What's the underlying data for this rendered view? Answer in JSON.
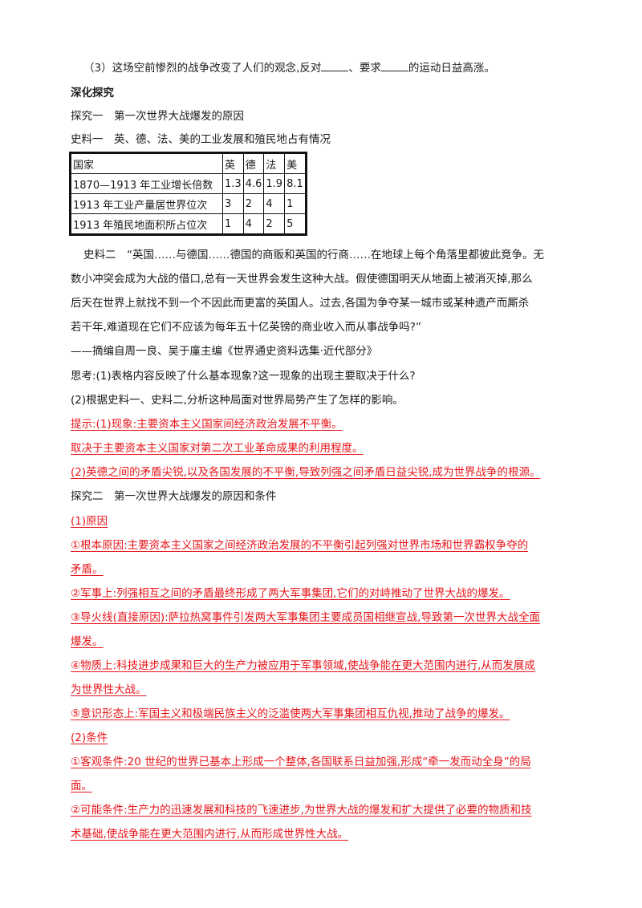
{
  "q3": {
    "a": "（3）这场空前惨烈的战争改变了人们的观念,反对",
    "b": "、要求",
    "c": "的运动日益高涨。"
  },
  "section_title": "深化探究",
  "inquiry1": {
    "title": "探究一　第一次世界大战爆发的原因",
    "material1_title": "史料一　英、德、法、美的工业发展和殖民地占有情况",
    "table": {
      "headers": [
        "国家",
        "英",
        "德",
        "法",
        "美"
      ],
      "rows": [
        [
          "1870—1913 年工业增长倍数",
          "1.3",
          "4.6",
          "1.9",
          "8.1"
        ],
        [
          "1913 年工业产量居世界位次",
          "3",
          "2",
          "4",
          "1"
        ],
        [
          "1913 年殖民地面积所占位次",
          "1",
          "4",
          "2",
          "5"
        ]
      ]
    },
    "material2_lines": [
      "史料二　“英国……与德国……德国的商贩和英国的行商……在地球上每个角落里都彼此竞争。无",
      "数小冲突会成为大战的借口,总有一天世界会发生这种大战。假使德国明天从地面上被消灭掉,那么",
      "后天在世界上就找不到一个不因此而更富的英国人。过去,各国为争夺某一城市或某种遗产而厮杀",
      "若干年,难道现在它们不应该为每年五十亿英镑的商业收入而从事战争吗?”"
    ],
    "source": "——摘编自周一良、吴于廑主编《世界通史资料选集·近代部分》",
    "think1": "思考:(1)表格内容反映了什么基本现象?这一现象的出现主要取决于什么?",
    "think2": "(2)根据史料一、史料二,分析这种局面对世界局势产生了怎样的影响。",
    "hints": [
      "提示:(1)现象:主要资本主义国家间经济政治发展不平衡。",
      "取决于主要资本主义国家对第二次工业革命成果的利用程度。",
      "(2)英德之间的矛盾尖锐,以及各国发展的不平衡,导致列强之间矛盾日益尖锐,成为世界战争的根源。"
    ]
  },
  "inquiry2": {
    "title": "探究二　第一次世界大战爆发的原因和条件",
    "answer_lines": [
      "(1)原因",
      "①根本原因:主要资本主义国家之间经济政治发展的不平衡引起列强对世界市场和世界霸权争夺的",
      "矛盾。",
      "②军事上:列强相互之间的矛盾最终形成了两大军事集团,它们的对峙推动了世界大战的爆发。",
      "③导火线(直接原因):萨拉热窝事件引发两大军事集团主要成员国相继宣战,导致第一次世界大战全面",
      "爆发。",
      "④物质上:科技进步成果和巨大的生产力被应用于军事领域,使战争能在更大范围内进行,从而发展成",
      "为世界性大战。",
      "⑤意识形态上:军国主义和极端民族主义的泛滥使两大军事集团相互仇视,推动了战争的爆发。",
      "(2)条件",
      "①客观条件:20 世纪的世界已基本上形成一个整体,各国联系日益加强,形成“牵一发而动全身”的局",
      "面。",
      "②可能条件:生产力的迅速发展和科技的飞速进步,为世界大战的爆发和扩大提供了必要的物质和技",
      "术基础,使战争能在更大范围内进行,从而形成世界性大战。"
    ]
  }
}
